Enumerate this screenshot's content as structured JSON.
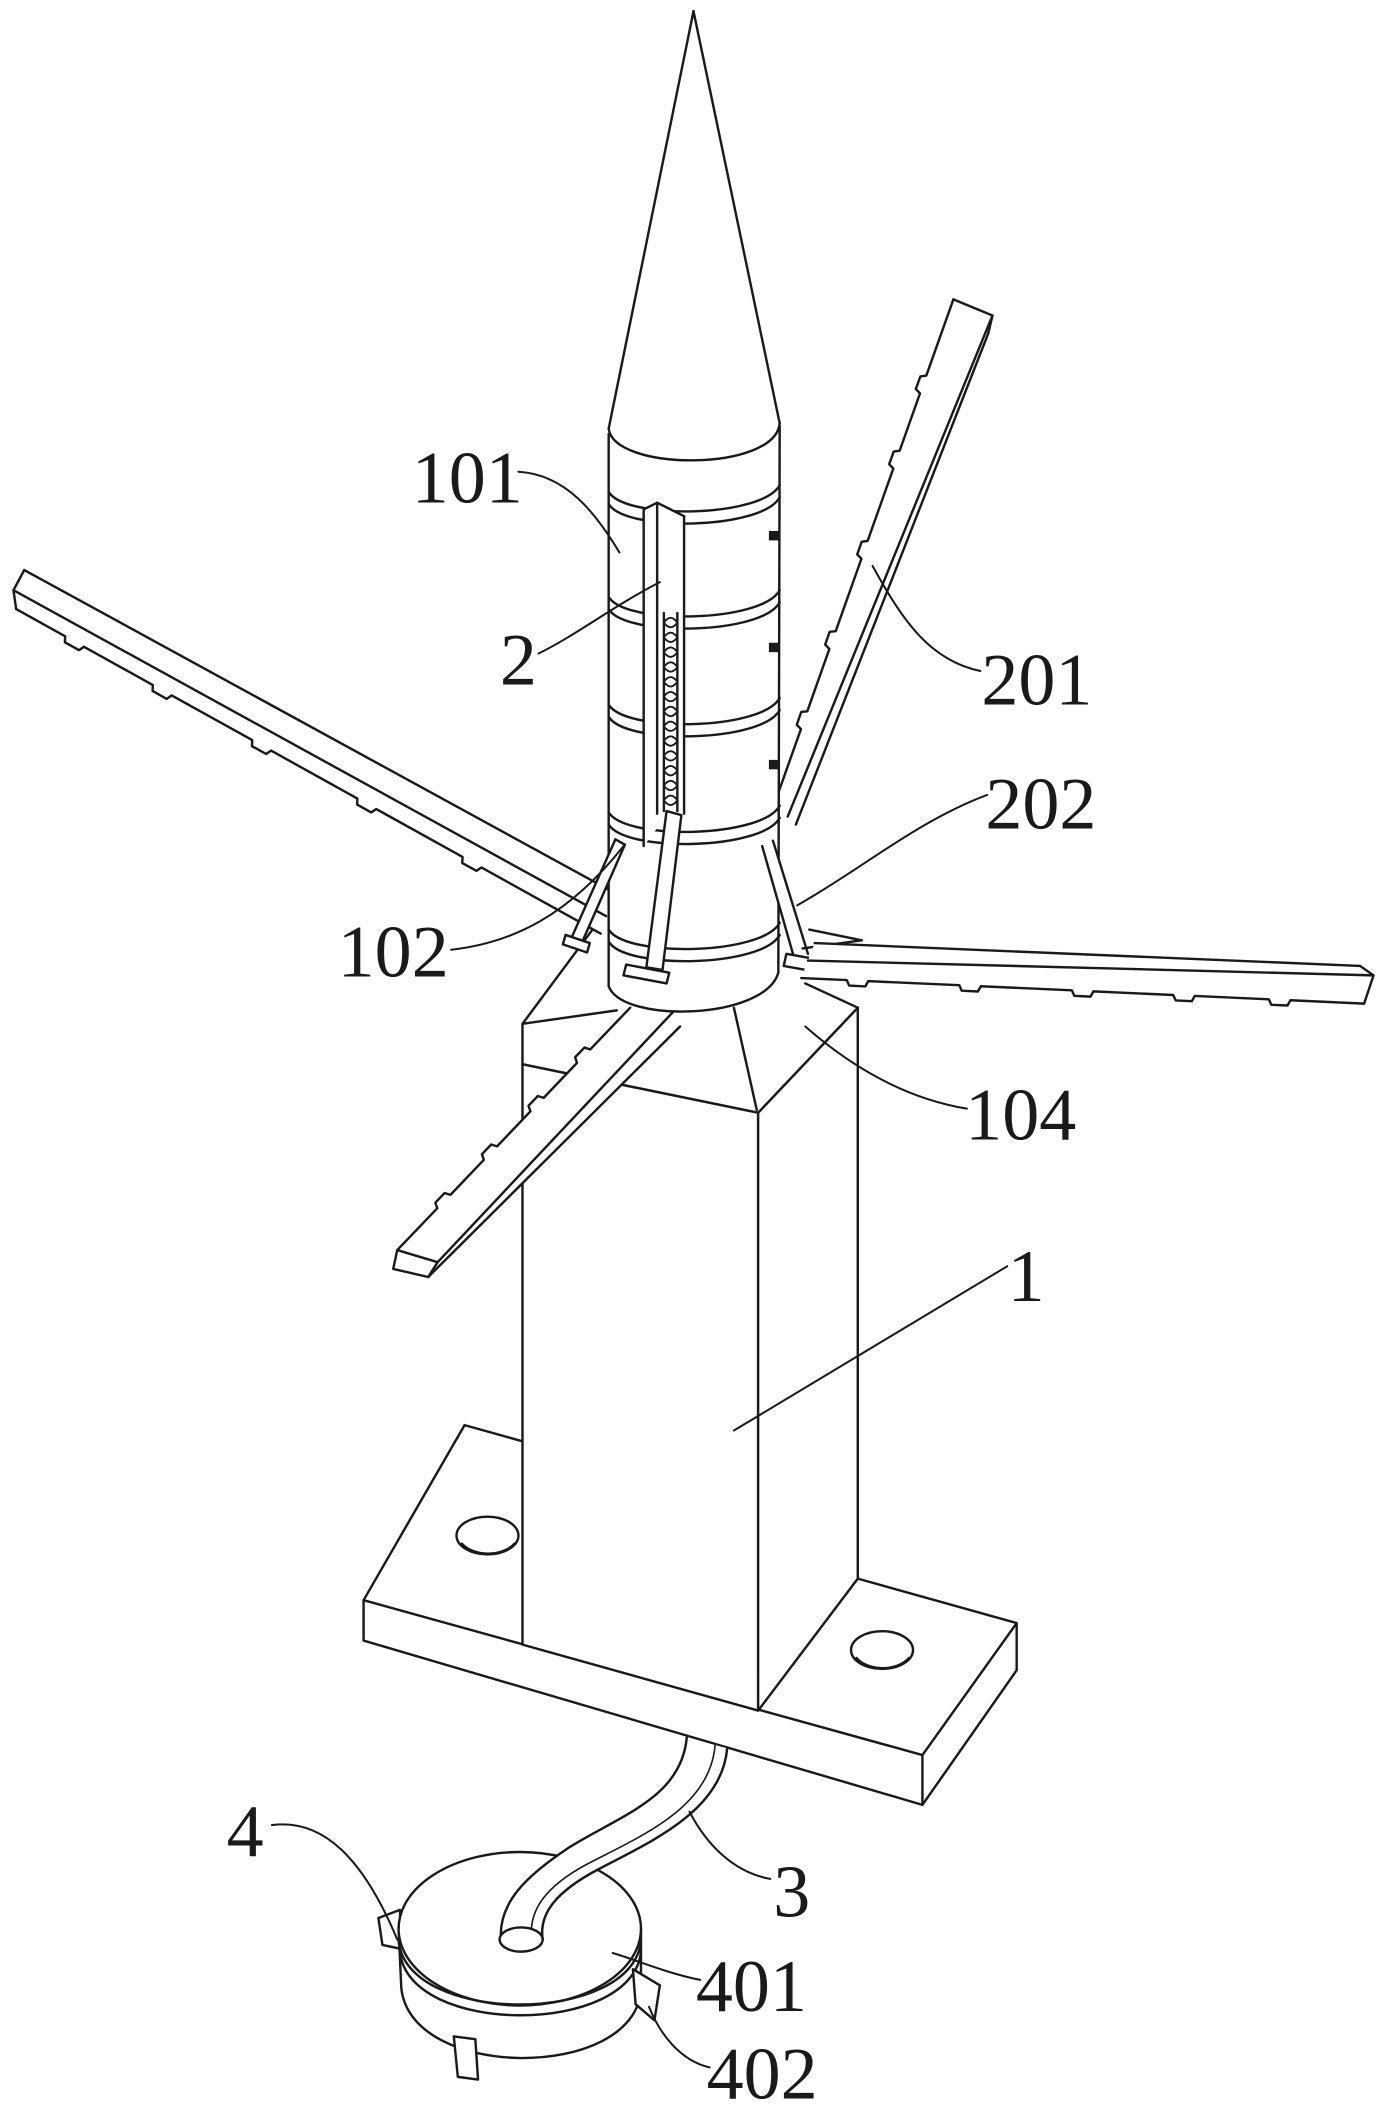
{
  "labels": [
    "101",
    "2",
    "102",
    "201",
    "202",
    "104",
    "1",
    "4",
    "3",
    "401",
    "402"
  ],
  "colors": {
    "line": "#1a1a1a",
    "background": "#ffffff"
  }
}
